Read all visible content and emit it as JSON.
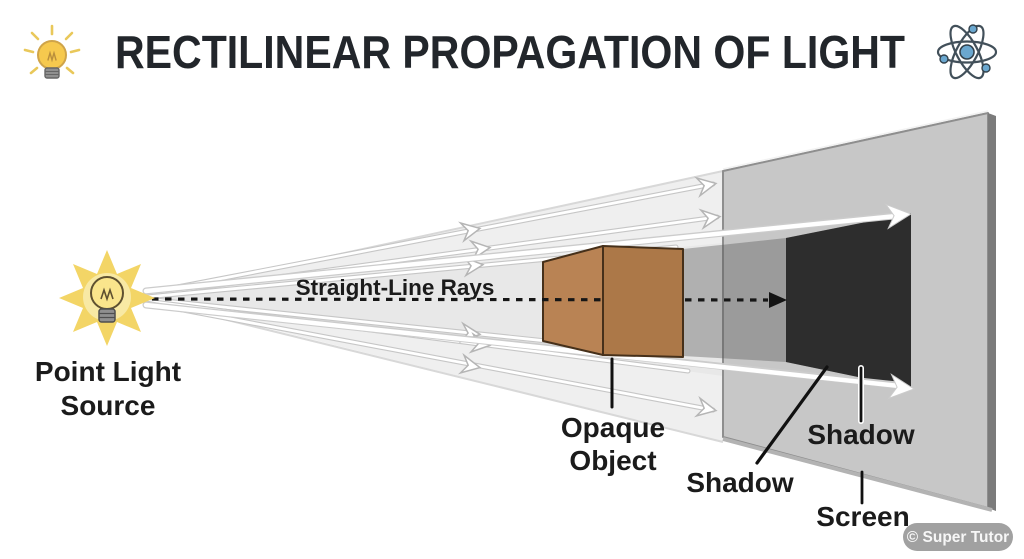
{
  "header": {
    "title": "RECTILINEAR PROPAGATION OF LIGHT",
    "left_icon": "lightbulb-icon",
    "right_icon": "atom-icon"
  },
  "diagram": {
    "source_label_line1": "Point Light",
    "source_label_line2": "Source",
    "rays_label": "Straight-Line Rays",
    "object_label_line1": "Opaque",
    "object_label_line2": "Object",
    "shadow_label_left": "Shadow",
    "shadow_label_right": "Shadow",
    "screen_label": "Screen"
  },
  "watermark": {
    "text": "© Super Tutor"
  },
  "colors": {
    "title": "#22262b",
    "beam_outer": "#efefef",
    "beam_inner": "#e8e8e8",
    "screen": "#c7c7c7",
    "screen_edge": "#7b7b7b",
    "shadow": "#2d2d2d",
    "umbra_volume": "rgba(85,85,85,0.38)",
    "cube_left_face": "#b98354",
    "cube_right_face": "#ac7848",
    "starburst": "#f3d566",
    "starburst_glow": "#f8e9a4",
    "bulb_glass": "#fae58c",
    "atom_blue": "#6aa7cf",
    "badge_bg": "rgba(125,125,125,0.72)"
  }
}
